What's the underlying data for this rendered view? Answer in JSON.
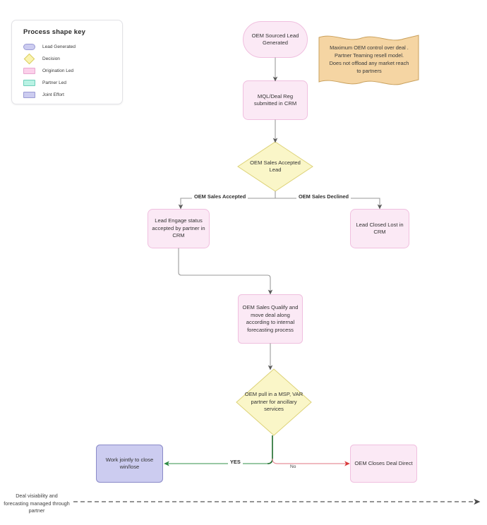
{
  "legend": {
    "title": "Process shape key",
    "items": [
      {
        "label": "Lead Generated",
        "shape": "stadium",
        "fill": "#ccccf0",
        "stroke": "#9a9ad4"
      },
      {
        "label": "Decision",
        "shape": "diamond",
        "fill": "#faf3b0",
        "stroke": "#d8cc5e"
      },
      {
        "label": "Origination Led",
        "shape": "rect",
        "fill": "#fbd0ea",
        "stroke": "#e9a6d0"
      },
      {
        "label": "Partner Led",
        "shape": "rect",
        "fill": "#b9f2e4",
        "stroke": "#6fcfbb"
      },
      {
        "label": "Joint Effort",
        "shape": "rect",
        "fill": "#ccccf0",
        "stroke": "#9a9ad4"
      }
    ]
  },
  "nodes": {
    "lead_generated": "OEM Sourced Lead Generated",
    "mql_deal_reg": "MQL/Deal Reg submitted in CRM",
    "decision_accept": "OEM Sales Accepted Lead",
    "lead_engage": "Lead Engage status accepted by partner in CRM",
    "lead_closed_lost": "Lead Closed Lost in CRM",
    "qualify": "OEM Sales Qualify and move deal along according to internal forecasting process",
    "decision_pull_partner": "OEM pull in a MSP, VAR partner for ancillary services",
    "work_jointly": "Work jointly to close win/lose",
    "closes_direct": "OEM Closes Deal Direct"
  },
  "edge_labels": {
    "accepted": "OEM Sales Accepted",
    "declined": "OEM Sales Declined",
    "yes": "YES",
    "no": "No"
  },
  "banner": {
    "line1": "Maximum OEM control over deal .",
    "line2": "Partner Teaming resell model.",
    "line3": "Does not offload any market  reach",
    "line4": "to partners"
  },
  "footer": {
    "caption": "Deal visiability and forecasting managed through partner"
  },
  "colors": {
    "pink_fill": "#fbe9f5",
    "pink_stroke": "#f0bfdf",
    "yellow_fill": "#faf6c8",
    "yellow_stroke": "#ddd278",
    "lavender_fill": "#ccccf0",
    "lavender_stroke": "#8a8ac8",
    "banner_fill": "#f5d5a3",
    "banner_stroke": "#c9a05c",
    "connector": "#9a9a9a",
    "yes_arrow": "#5aa86e",
    "yes_stem": "#1e6b2b",
    "no_arrow": "#e8909a",
    "no_arrowhead": "#d93b3b",
    "dashed": "#555555"
  }
}
